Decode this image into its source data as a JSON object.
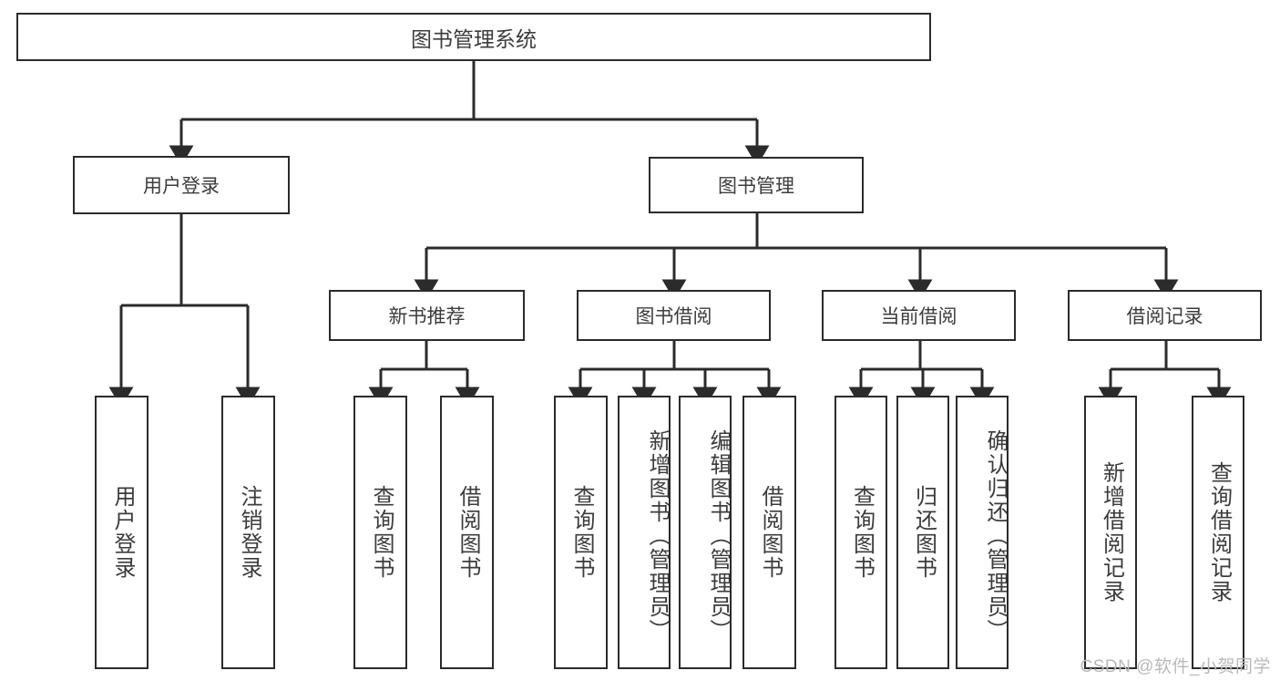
{
  "diagram": {
    "type": "hierarchy-tree",
    "title": "图书管理系统",
    "root": {
      "id": "root",
      "label": "图书管理系统"
    },
    "level2": [
      {
        "id": "user-login",
        "label": "用户登录"
      },
      {
        "id": "book-management",
        "label": "图书管理"
      }
    ],
    "level3": [
      {
        "id": "new-book-recommend",
        "label": "新书推荐",
        "parent": "book-management"
      },
      {
        "id": "book-borrow",
        "label": "图书借阅",
        "parent": "book-management"
      },
      {
        "id": "current-borrow",
        "label": "当前借阅",
        "parent": "book-management"
      },
      {
        "id": "borrow-record",
        "label": "借阅记录",
        "parent": "book-management"
      }
    ],
    "leaves": [
      {
        "id": "leaf-user-login",
        "label": "用户登录",
        "parent": "user-login"
      },
      {
        "id": "leaf-user-logout",
        "label": "注销登录",
        "parent": "user-login"
      },
      {
        "id": "leaf-query-book-1",
        "label": "查询图书",
        "parent": "new-book-recommend"
      },
      {
        "id": "leaf-borrow-book-1",
        "label": "借阅图书",
        "parent": "new-book-recommend"
      },
      {
        "id": "leaf-query-book-2",
        "label": "查询图书",
        "parent": "book-borrow"
      },
      {
        "id": "leaf-add-book",
        "label": "新增图书（管理员）",
        "parent": "book-borrow"
      },
      {
        "id": "leaf-edit-book",
        "label": "编辑图书（管理员）",
        "parent": "book-borrow"
      },
      {
        "id": "leaf-borrow-book-2",
        "label": "借阅图书",
        "parent": "book-borrow"
      },
      {
        "id": "leaf-query-book-3",
        "label": "查询图书",
        "parent": "current-borrow"
      },
      {
        "id": "leaf-return-book",
        "label": "归还图书",
        "parent": "current-borrow"
      },
      {
        "id": "leaf-confirm-return",
        "label": "确认归还（管理员）",
        "parent": "current-borrow"
      },
      {
        "id": "leaf-add-record",
        "label": "新增借阅记录",
        "parent": "borrow-record"
      },
      {
        "id": "leaf-query-record",
        "label": "查询借阅记录",
        "parent": "borrow-record"
      }
    ],
    "watermark": "CSDN @软件_小贺同学",
    "colors": {
      "stroke": "#2b2b2b",
      "text": "#3c3c3c",
      "background": "#ffffff",
      "watermark": "#b9b9b9"
    }
  }
}
